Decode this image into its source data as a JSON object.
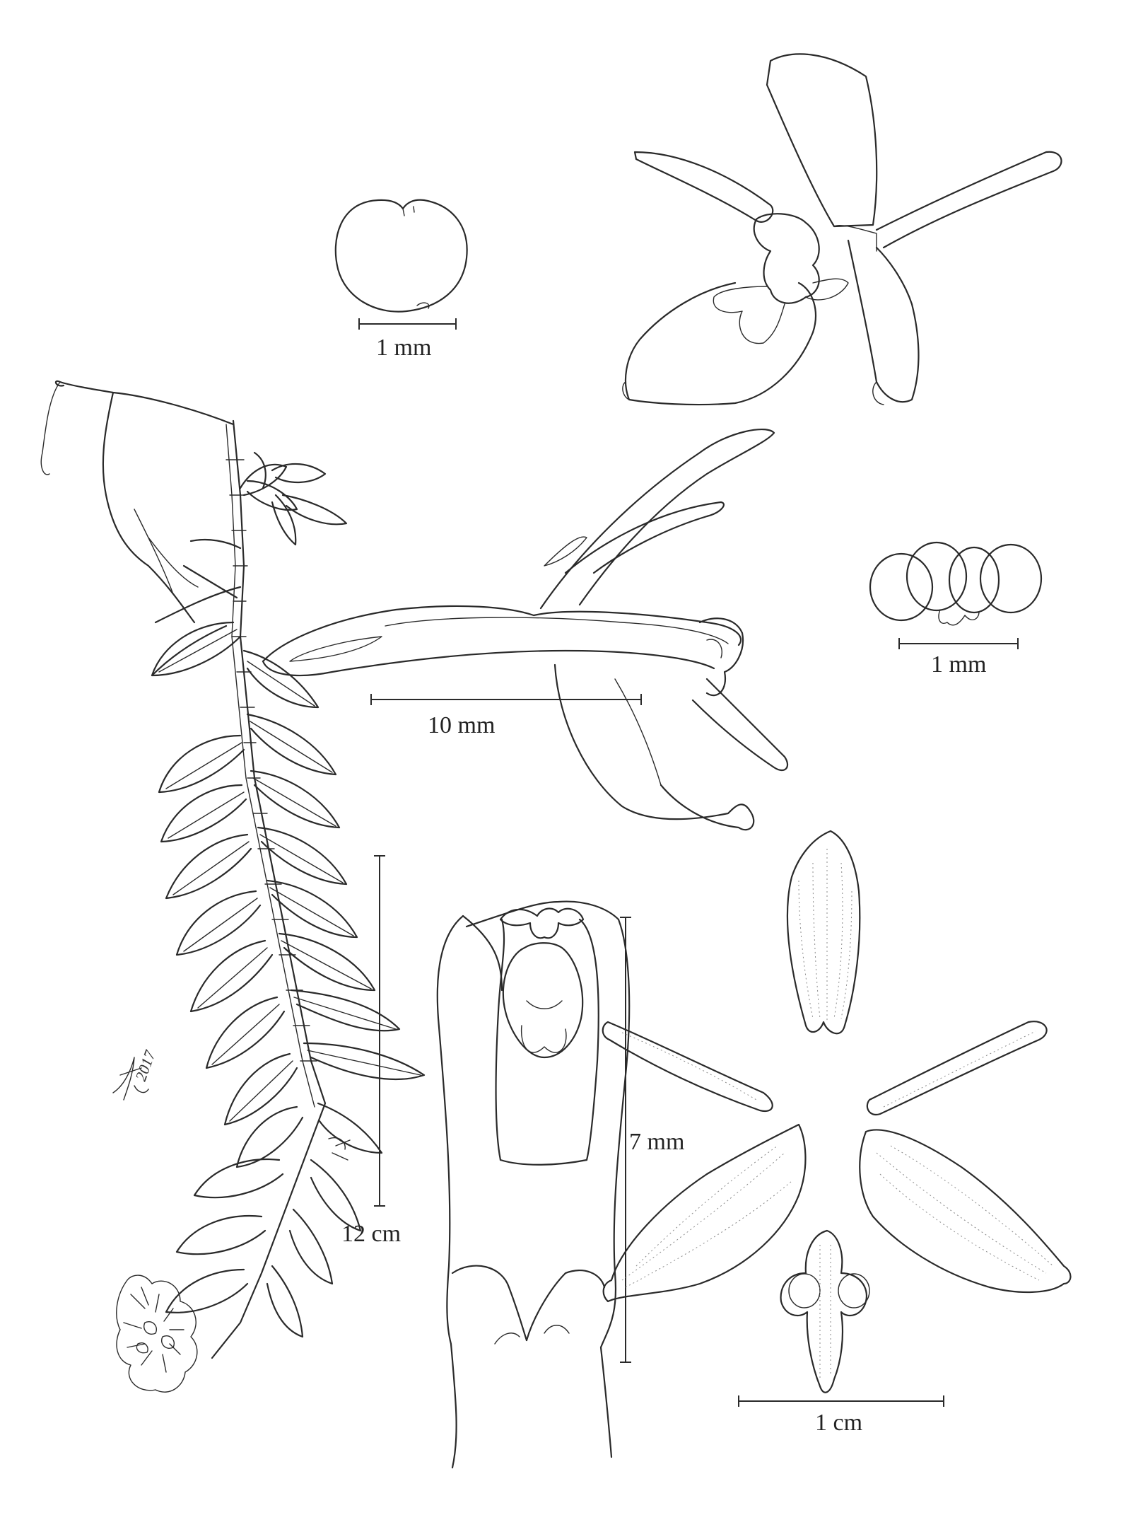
{
  "scale_bars": {
    "anther_cap": "1 mm",
    "flower_side": "10 mm",
    "pollinia": "1 mm",
    "habit": "12 cm",
    "column": "7 mm",
    "dissection": "1 cm"
  },
  "artist_signature": "2017"
}
